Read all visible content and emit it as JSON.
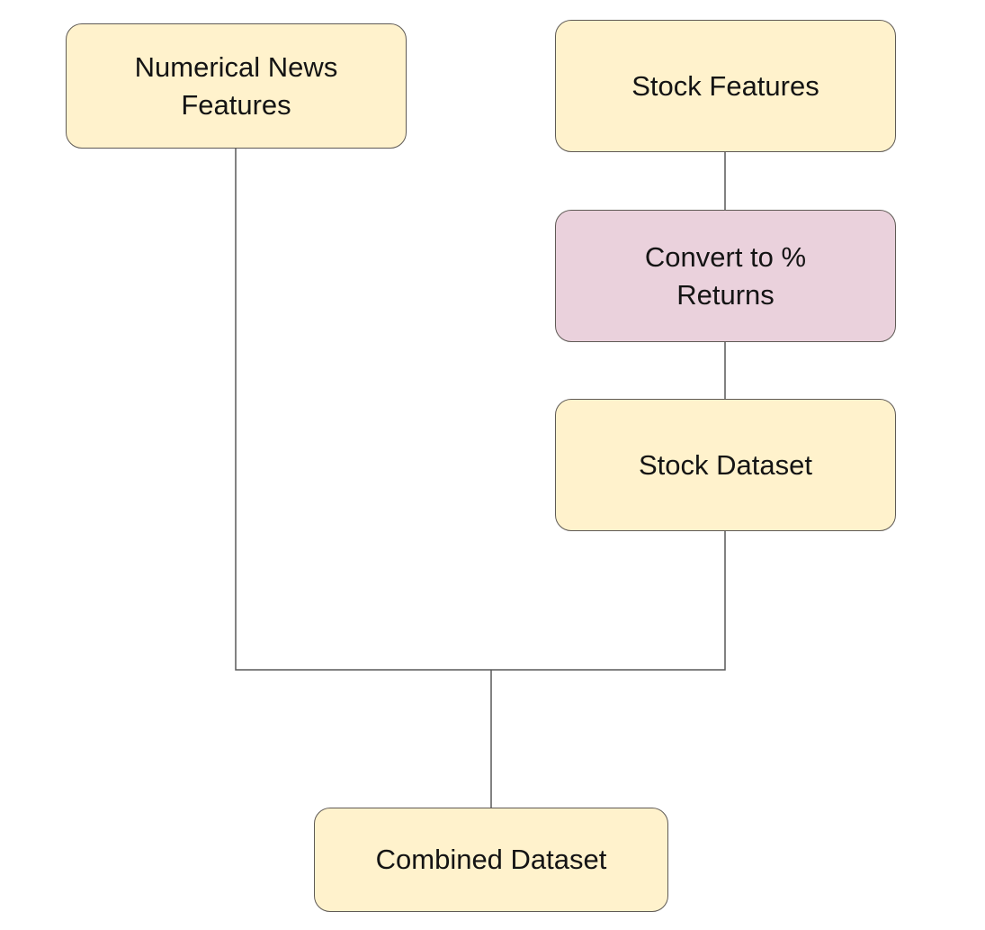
{
  "nodes": {
    "news": {
      "label": "Numerical News\nFeatures",
      "fill": "#fff2cc"
    },
    "stock_features": {
      "label": "Stock Features",
      "fill": "#fff2cc"
    },
    "convert": {
      "label": "Convert to %\nReturns",
      "fill": "#ead1dc"
    },
    "stock_dataset": {
      "label": "Stock Dataset",
      "fill": "#fff2cc"
    },
    "combined": {
      "label": "Combined Dataset",
      "fill": "#fff2cc"
    }
  },
  "connector_color": "#595959",
  "edges": [
    {
      "from": "stock_features",
      "to": "convert"
    },
    {
      "from": "convert",
      "to": "stock_dataset"
    },
    {
      "from": "news",
      "to": "combined"
    },
    {
      "from": "stock_dataset",
      "to": "combined"
    }
  ]
}
